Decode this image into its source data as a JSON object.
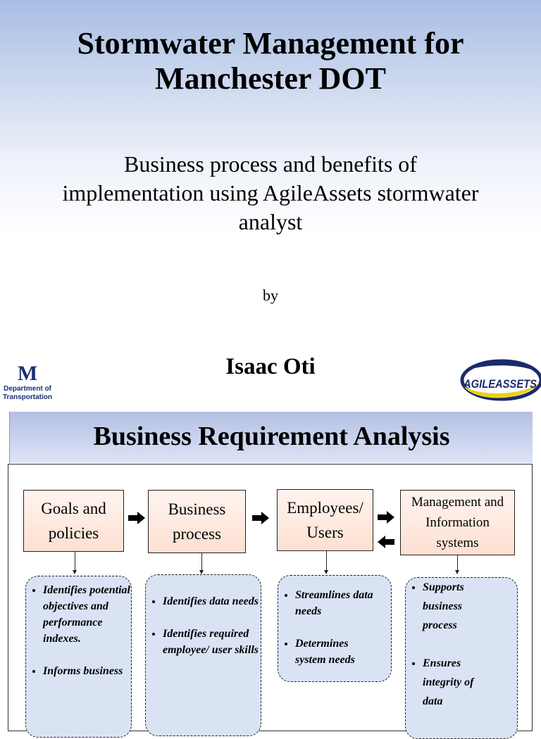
{
  "slide1": {
    "title_lines": [
      "Stormwater Management for",
      "Manchester DOT"
    ],
    "subtitle_lines": [
      "Business process and benefits of",
      "implementation using AgileAssets stormwater",
      "analyst"
    ],
    "by": "by",
    "author": "Isaac Oti",
    "mdot_logo": {
      "letter": "M",
      "dept_lines": [
        "Department of",
        "Transportation"
      ]
    },
    "agile_logo": {
      "text": "AGILEASSETS",
      "colors": {
        "navy": "#1c2a6e",
        "yellow": "#e6d21c"
      }
    }
  },
  "slide2": {
    "title": "Business Requirement Analysis",
    "process_boxes": [
      {
        "lines": [
          "Goals and",
          "policies"
        ]
      },
      {
        "lines": [
          "Business",
          "process"
        ]
      },
      {
        "lines": [
          "Employees/",
          "Users"
        ]
      },
      {
        "lines": [
          "Management and",
          "Information",
          "systems"
        ]
      }
    ],
    "bullet_boxes": [
      {
        "items": [
          "Identifies potential objectives and performance indexes.",
          "Informs business"
        ]
      },
      {
        "items": [
          "Identifies data needs",
          "Identifies required employee/ user skills"
        ]
      },
      {
        "items": [
          "Streamlines data needs",
          "Determines system needs"
        ]
      },
      {
        "items": [
          "Supports business process",
          "Ensures integrity of data"
        ]
      }
    ],
    "arrow_icons": [
      "right-arrow-icon",
      "right-arrow-icon",
      "right-arrow-icon",
      "left-arrow-icon"
    ],
    "colors": {
      "process_box_fill": "#fde0d2",
      "bullet_box_fill": "#dae3f4",
      "header_fill": "#c3cdeb"
    }
  }
}
